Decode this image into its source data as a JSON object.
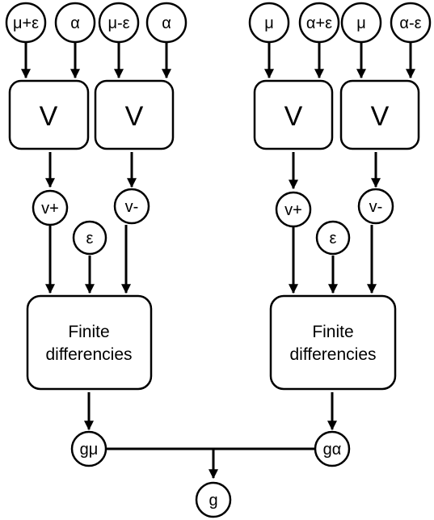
{
  "diagram": {
    "left": {
      "inputs": [
        "μ+ε",
        "α",
        "μ-ε",
        "α"
      ],
      "v_plus_box": "V",
      "v_minus_box": "V",
      "v_plus": "v+",
      "v_minus": "v-",
      "epsilon": "ε",
      "fd_line1": "Finite",
      "fd_line2": "differencies",
      "output": "gμ"
    },
    "right": {
      "inputs": [
        "μ",
        "α+ε",
        "μ",
        "α-ε"
      ],
      "v_plus_box": "V",
      "v_minus_box": "V",
      "v_plus": "v+",
      "v_minus": "v-",
      "epsilon": "ε",
      "fd_line1": "Finite",
      "fd_line2": "differencies",
      "output": "gα"
    },
    "result": "g"
  }
}
